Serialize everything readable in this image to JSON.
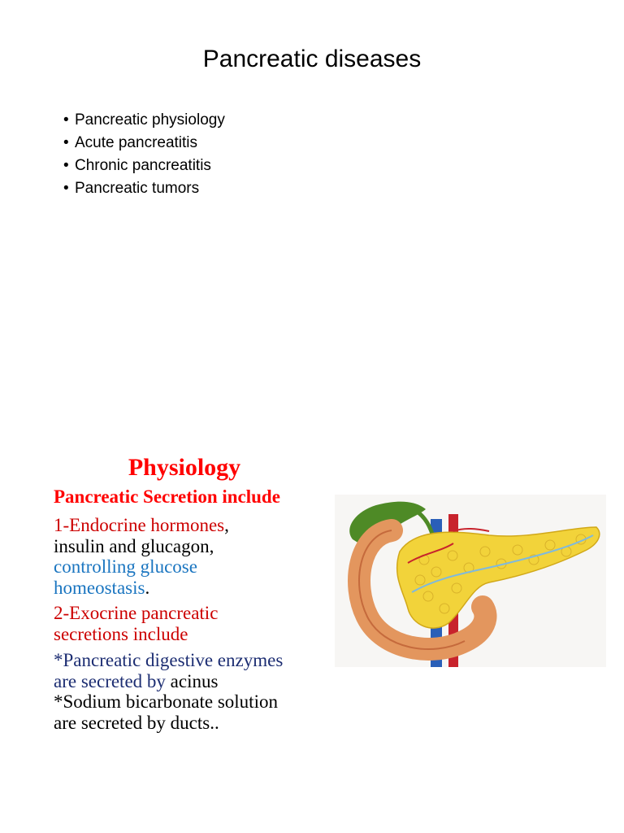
{
  "page": {
    "title": "Pancreatic diseases",
    "bullets": [
      "Pancreatic physiology",
      "Acute pancreatitis",
      "Chronic pancreatitis",
      "Pancreatic tumors"
    ],
    "bullet_glyph": "•"
  },
  "physiology": {
    "heading": "Physiology",
    "subheading": "Pancreatic Secretion include",
    "endocrine": {
      "part1": "1-Endocrine hormones",
      "part2": ",",
      "line2": "insulin and glucagon,",
      "part3": "controlling glucose",
      "part4": "homeostasis",
      "part5": "."
    },
    "exocrine": {
      "line1": "2-Exocrine pancreatic",
      "line2": "secretions include"
    },
    "enzymes": {
      "line1": "*Pancreatic digestive enzymes",
      "line2a": "are secreted  by",
      "line2b": " acinus",
      "line3": "*Sodium bicarbonate solution",
      "line4": "are secreted by ducts.."
    }
  },
  "colors": {
    "heading_red": "#ff0000",
    "text_red": "#cc0000",
    "text_blue": "#1a75c0",
    "text_navy": "#1c2d72"
  },
  "illustration": {
    "subject": "pancreas-anatomy-illustration"
  }
}
